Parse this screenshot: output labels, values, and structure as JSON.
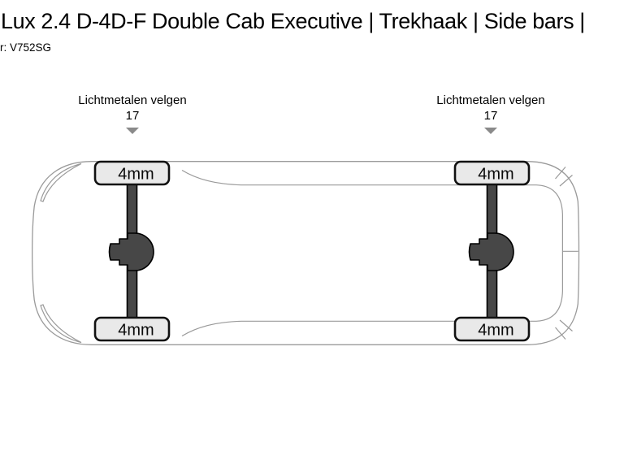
{
  "header": {
    "title": "Lux 2.4 D-4D-F Double Cab Executive | Trekhaak | Side bars |",
    "registration": "r: V752SG"
  },
  "wheel_labels": {
    "front": {
      "text": "Lichtmetalen velgen",
      "size": "17"
    },
    "rear": {
      "text": "Lichtmetalen velgen",
      "size": "17"
    }
  },
  "tires": [
    {
      "position": "front-top",
      "tread": "4mm"
    },
    {
      "position": "front-bottom",
      "tread": "4mm"
    },
    {
      "position": "rear-top",
      "tread": "4mm"
    },
    {
      "position": "rear-bottom",
      "tread": "4mm"
    }
  ],
  "colors": {
    "body_outline": "#9a9a9a",
    "tire_fill": "#e9e9e9",
    "tire_border": "#111111",
    "axle_fill": "#474747",
    "arrow_color": "#8a8a8a",
    "text_color": "#000000"
  }
}
